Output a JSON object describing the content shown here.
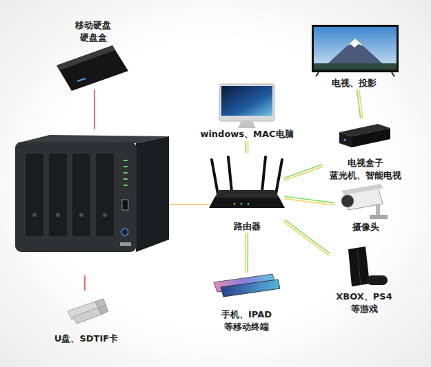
{
  "diagram": {
    "nodes": [
      {
        "text": [
          "移动硬盘 硬盘盒"
        ]
      },
      {
        "text": [
          "电视、投影"
        ]
      },
      {
        "text": [
          "windows、MAC电脑"
        ]
      },
      {
        "text": [
          "电视盒子 蓝光机、智能电视"
        ]
      },
      {
        "text": [
          "路由器"
        ]
      },
      {
        "text": [
          "摄像头"
        ]
      },
      {
        "text": [
          "XBOX、PS4 等游戏"
        ]
      },
      {
        "text": [
          "手机、IPAD 等移动终端"
        ]
      },
      {
        "text": [
          "U盘、SDTIF卡"
        ]
      }
    ],
    "edges": [
      {
        "from": 4,
        "to": 2,
        "arrow": "none"
      },
      {
        "from": 4,
        "to": 3,
        "arrow": "none"
      },
      {
        "from": 3,
        "to": 1,
        "arrow": "none"
      },
      {
        "from": 4,
        "to": 5,
        "arrow": "none"
      },
      {
        "from": 4,
        "to": 6,
        "arrow": "none"
      },
      {
        "from": 4,
        "to": 7,
        "arrow": "none"
      }
    ]
  }
}
